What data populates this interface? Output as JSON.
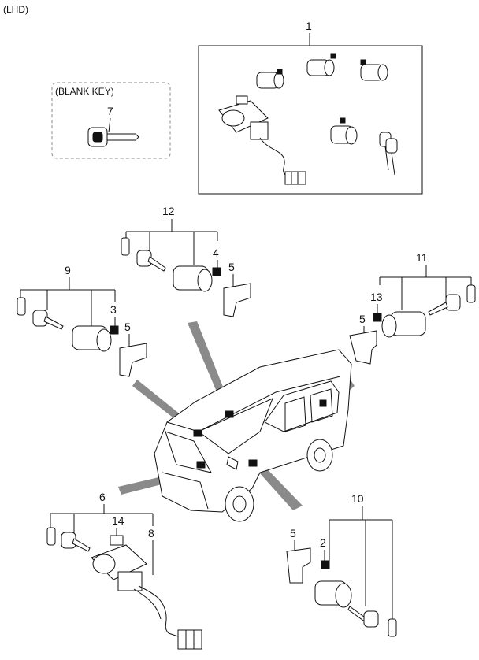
{
  "header": {
    "side": "(LHD)"
  },
  "blank_key": {
    "label": "(BLANK KEY)",
    "number": "7"
  },
  "callouts": {
    "c1": "1",
    "c2": "2",
    "c3": "3",
    "c4": "4",
    "c5a": "5",
    "c5b": "5",
    "c5c": "5",
    "c5d": "5",
    "c6": "6",
    "c8": "8",
    "c9": "9",
    "c10": "10",
    "c11": "11",
    "c12": "12",
    "c13": "13",
    "c14": "14"
  }
}
